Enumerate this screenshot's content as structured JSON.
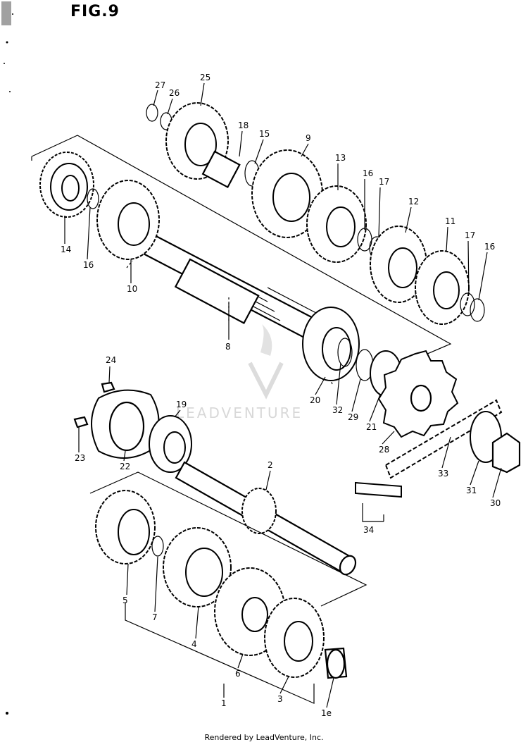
{
  "figure": {
    "title": "FIG.9"
  },
  "footer": {
    "text": "Rendered by LeadVenture, Inc."
  },
  "watermark": {
    "text": "LEADVENTURE"
  },
  "callouts": {
    "c27": "27",
    "c26": "26",
    "c25": "25",
    "c18": "18",
    "c15": "15",
    "c9": "9",
    "c13": "13",
    "c16a": "16",
    "c17a": "17",
    "c12": "12",
    "c11": "11",
    "c17b": "17",
    "c16b": "16",
    "c14": "14",
    "c16c": "16",
    "c10": "10",
    "c8": "8",
    "c20": "20",
    "c32": "32",
    "c29": "29",
    "c21": "21",
    "c28": "28",
    "c24": "24",
    "c19": "19",
    "c23": "23",
    "c22": "22",
    "c2": "2",
    "c33": "33",
    "c31": "31",
    "c30": "30",
    "c34": "34",
    "c5": "5",
    "c7": "7",
    "c4": "4",
    "c6": "6",
    "c3": "3",
    "c1": "1",
    "c1e": "1e"
  }
}
